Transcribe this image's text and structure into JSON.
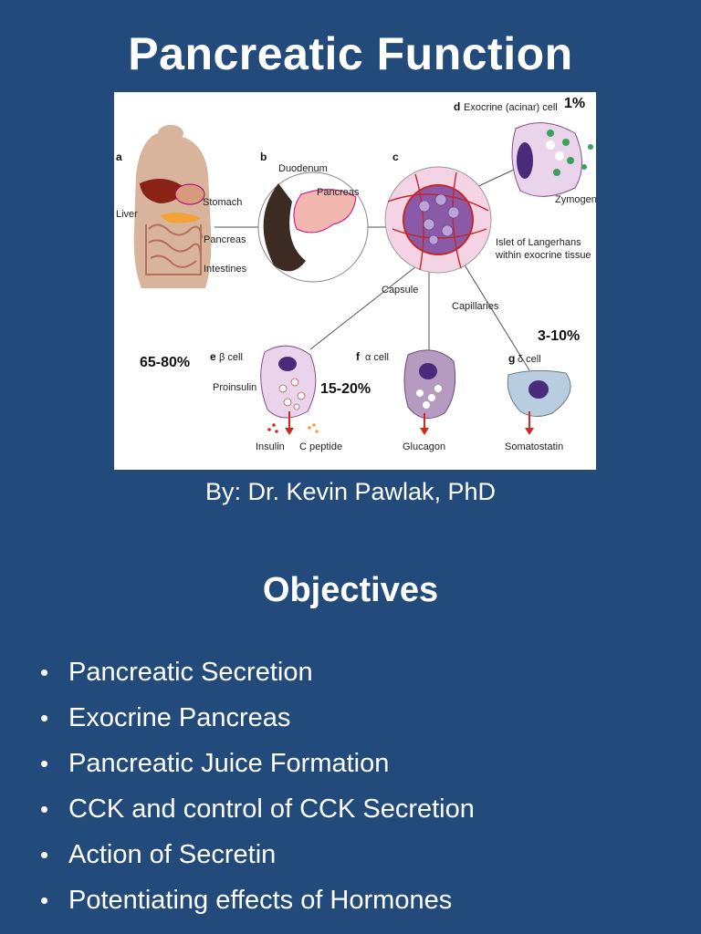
{
  "title": "Pancreatic Function",
  "figure": {
    "panels": [
      "a",
      "b",
      "c",
      "d",
      "e",
      "f",
      "g"
    ],
    "labels": {
      "liver": "Liver",
      "stomach": "Stomach",
      "pancreas_a": "Pancreas",
      "intestines": "Intestines",
      "duodenum": "Duodenum",
      "pancreas_b": "Pancreas",
      "exocrine_cell": "Exocrine (acinar) cell",
      "zymogen": "Zymogen",
      "islet": "Islet of Langerhans",
      "islet2": "within exocrine tissue",
      "capsule": "Capsule",
      "capillaries": "Capillaries",
      "beta_cell": "β cell",
      "alpha_cell": "α cell",
      "delta_cell": "δ cell",
      "proinsulin": "Proinsulin",
      "insulin": "Insulin",
      "c_peptide": "C peptide",
      "glucagon": "Glucagon",
      "somatostatin": "Somatostatin"
    },
    "percentages": {
      "exocrine": "1%",
      "beta": "65-80%",
      "alpha": "15-20%",
      "delta": "3-10%"
    }
  },
  "author": "By: Dr. Kevin Pawlak, PhD",
  "objectives": {
    "heading": "Objectives",
    "items": [
      "Pancreatic Secretion",
      "Exocrine Pancreas",
      "Pancreatic Juice Formation",
      "CCK and control of CCK Secretion",
      "Action of Secretin",
      "Potentiating effects of Hormones"
    ]
  },
  "colors": {
    "background": "#224a7a",
    "text": "#ffffff",
    "cell_fill": "#e9d4ec",
    "nucleus": "#4a2a7a",
    "arrow": "#d4281c"
  }
}
